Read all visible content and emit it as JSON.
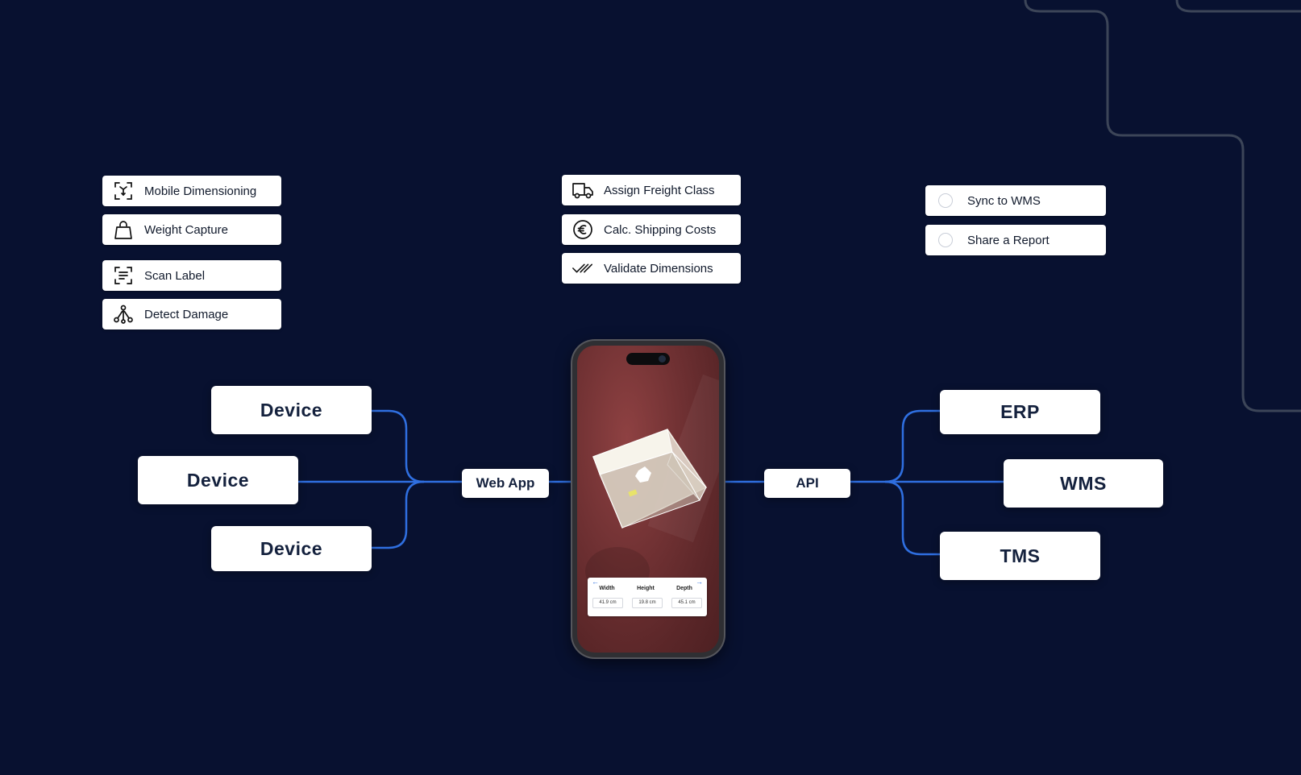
{
  "feature_groups": {
    "capture": [
      {
        "label": "Mobile Dimensioning",
        "icon": "dimension-scan-icon"
      },
      {
        "label": "Weight Capture",
        "icon": "weight-icon"
      },
      {
        "label": "Scan Label",
        "icon": "scan-label-icon"
      },
      {
        "label": "Detect Damage",
        "icon": "damage-detect-icon"
      }
    ],
    "processing": [
      {
        "label": "Assign Freight Class",
        "icon": "truck-icon"
      },
      {
        "label": "Calc. Shipping Costs",
        "icon": "euro-icon"
      },
      {
        "label": "Validate Dimensions",
        "icon": "double-check-icon"
      }
    ],
    "actions": [
      {
        "label": "Sync to WMS",
        "icon": "radio-icon"
      },
      {
        "label": "Share a Report",
        "icon": "radio-icon"
      }
    ]
  },
  "flow": {
    "devices": [
      "Device",
      "Device",
      "Device"
    ],
    "web_app": "Web App",
    "api": "API",
    "systems": [
      "ERP",
      "WMS",
      "TMS"
    ]
  },
  "phone_app": {
    "headers": [
      "Width",
      "Height",
      "Depth"
    ],
    "values": [
      "41.9",
      "19.8",
      "45.1"
    ],
    "unit": "cm"
  },
  "colors": {
    "background": "#081130",
    "connector": "#2f6fe0",
    "node": "#ffffff"
  }
}
